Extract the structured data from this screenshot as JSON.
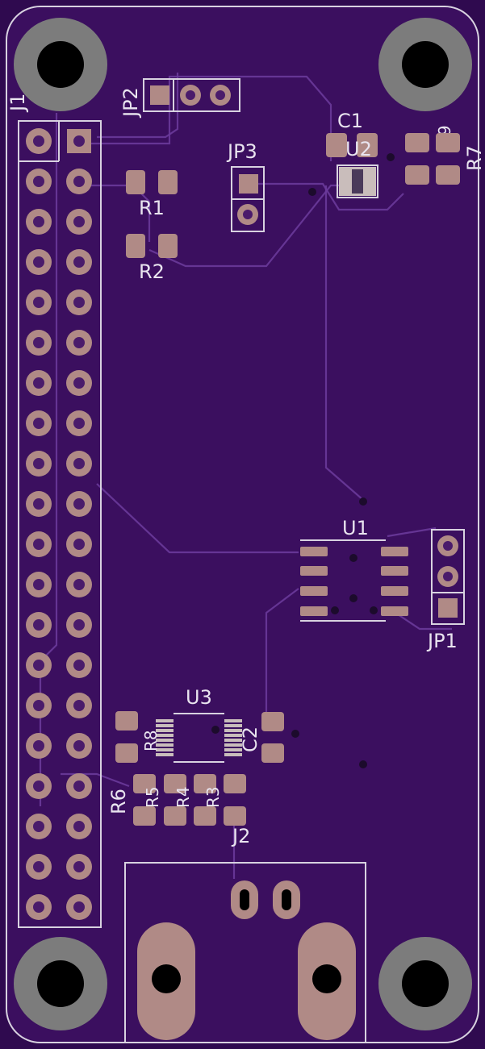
{
  "board": {
    "colors": {
      "soldermask": "#3b0f5f",
      "pads": "#b08a86",
      "silkscreen": "#d8d2e0",
      "mount_ring": "#7c7c7c"
    },
    "labels": {
      "J1": "J1",
      "JP2": "JP2",
      "JP3": "JP3",
      "C1": "C1",
      "U2": "U2",
      "R1": "R1",
      "R2": "R2",
      "R7": "R7",
      "R9": "R9",
      "U1": "U1",
      "JP1": "JP1",
      "U3": "U3",
      "R8": "R8",
      "C2": "C2",
      "R6": "R6",
      "R5": "R5",
      "R4": "R4",
      "R3": "R3",
      "J2": "J2"
    }
  }
}
